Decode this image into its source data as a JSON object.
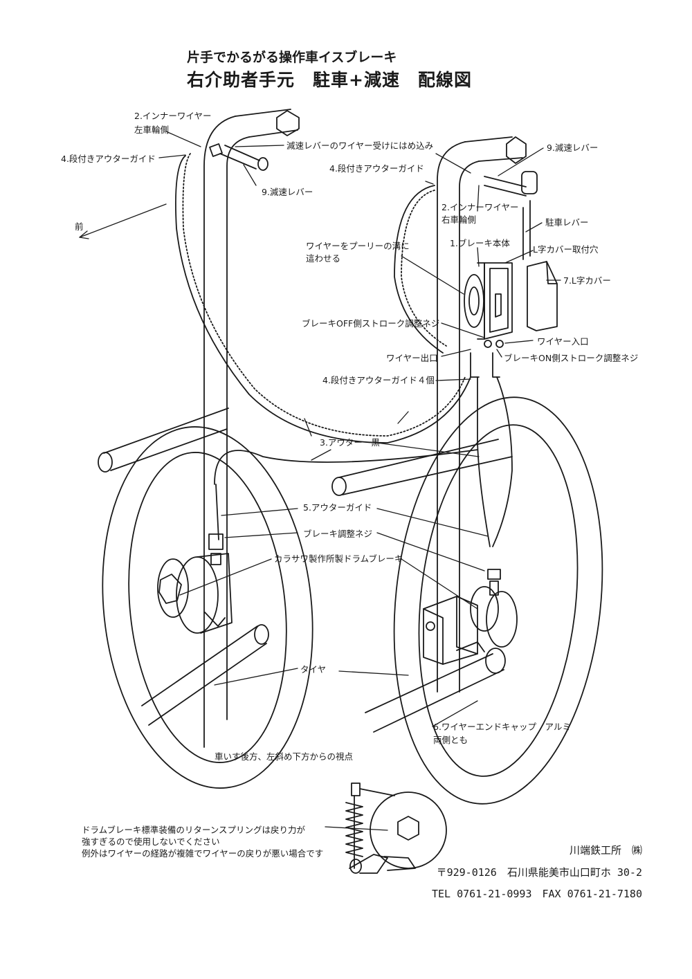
{
  "title": {
    "line1": "片手でかるがる操作車イスブレーキ",
    "line2": "右介助者手元　駐車+減速　配線図"
  },
  "labels": {
    "inner_wire_left_1": "2.インナーワイヤー",
    "inner_wire_left_2": "左車輪側",
    "insert_lever": "減速レバーのワイヤー受けにはめ込み",
    "decel_lever_right": "9.減速レバー",
    "stepped_guide_left": "4.段付きアウターガイド",
    "decel_lever_left": "9.減速レバー",
    "stepped_guide_right": "4.段付きアウターガイド",
    "front": "前",
    "inner_wire_right_1": "2.インナーワイヤー",
    "inner_wire_right_2": "右車輪側",
    "parking_lever": "駐車レバー",
    "brake_body": "1.ブレーキ本体",
    "l_cover_hole": "L字カバー取付穴",
    "pulley_1": "ワイヤーをプーリーの溝に",
    "pulley_2": "這わせる",
    "l_cover": "7.L字カバー",
    "off_stroke": "ブレーキOFF側ストローク調整ネジ",
    "wire_in": "ワイヤー入口",
    "wire_out": "ワイヤー出口",
    "on_stroke": "ブレーキON側ストローク調整ネジ",
    "stepped_guide_4": "4.段付きアウターガイド４個",
    "outer_black": "3.アウター　黒",
    "outer_guide": "5.アウターガイド",
    "brake_adjust": "ブレーキ調整ネジ",
    "drum_brake": "カラサワ製作所製ドラムブレーキ",
    "tire": "タイヤ",
    "end_cap_1": "6.ワイヤーエンドキャップ　アルミ",
    "end_cap_2": "両側とも",
    "viewpoint": "車いす後方、左斜め下方からの視点"
  },
  "note": {
    "line1": "ドラムブレーキ標準装備のリターンスプリングは戻り力が",
    "line2": "強すぎるので使用しないでください",
    "line3": "例外はワイヤーの経路が複雑でワイヤーの戻りが悪い場合です"
  },
  "company": {
    "name": "川端鉄工所　㈱",
    "address": "〒929-0126　石川県能美市山口町ホ 30-2",
    "phone": "TEL 0761-21-0993　FAX 0761-21-7180"
  },
  "colors": {
    "ink": "#1a1a1a",
    "background": "#ffffff"
  }
}
